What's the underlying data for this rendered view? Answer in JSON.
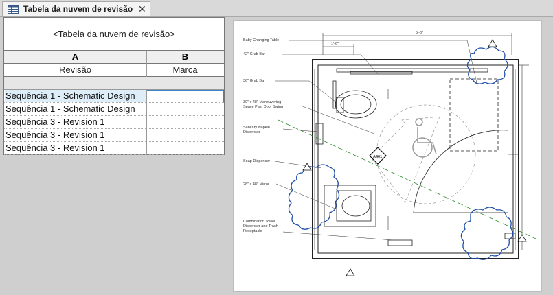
{
  "tab": {
    "title": "Tabela da nuvem de revisão",
    "icon": "schedule-table-icon",
    "close_icon": "close-icon"
  },
  "schedule": {
    "title": "<Tabela da nuvem de revisão>",
    "columns": [
      {
        "letter": "A",
        "field": "Revisão"
      },
      {
        "letter": "B",
        "field": "Marca"
      }
    ],
    "rows": [
      {
        "revisao": "Seqüência 1 - Schematic Design",
        "marca": ""
      },
      {
        "revisao": "Seqüência 1 - Schematic Design",
        "marca": ""
      },
      {
        "revisao": "Seqüência 3 - Revision 1",
        "marca": ""
      },
      {
        "revisao": "Seqüência 3 - Revision 1",
        "marca": ""
      },
      {
        "revisao": "Seqüência 3 - Revision 1",
        "marca": ""
      }
    ]
  },
  "drawing": {
    "labels": {
      "baby": "Baby Changing Table",
      "grab42": "42\" Grab Bar",
      "grab36": "36\" Grab Bar",
      "maneuver1": "30\" x 48\" Maneuvering",
      "maneuver2": "Space Past Door Swing",
      "napkin1": "Sanitary Napkin",
      "napkin2": "Dispenser",
      "soap": "Soap Dispenser",
      "mirror": "28\" x 48\" Mirror",
      "towel1": "Combination Towel",
      "towel2": "Dispenser and Trash",
      "towel3": "Receptacle",
      "section_tag": "A401",
      "dim_top": "5'-0\"",
      "dim_small": "1'-6\""
    }
  }
}
